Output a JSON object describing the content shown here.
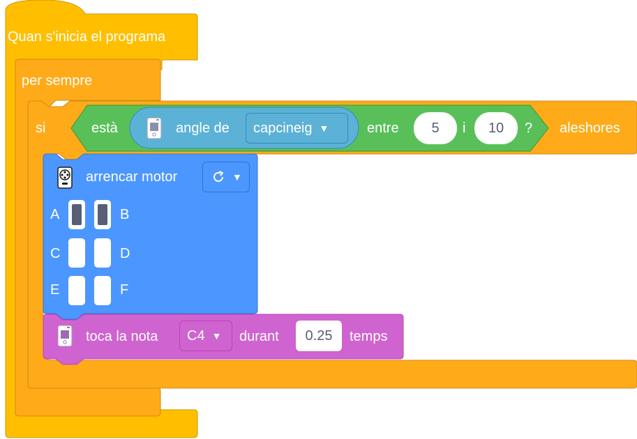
{
  "hat": {
    "label": "Quan s'inicia el programa"
  },
  "forever": {
    "label": "per sempre"
  },
  "if_block": {
    "if_label": "si",
    "then_label": "aleshores"
  },
  "condition": {
    "is_label": "està",
    "angle_label": "angle de",
    "axis_value": "capcineig",
    "between_label": "entre",
    "low_value": "5",
    "and_label": "i",
    "high_value": "10",
    "question_label": "?"
  },
  "motor_block": {
    "label": "arrencar motor",
    "direction_icon": "clockwise-arrow-icon",
    "ports": {
      "a": "A",
      "b": "B",
      "c": "C",
      "d": "D",
      "e": "E",
      "f": "F"
    },
    "selected_ports": [
      "A",
      "B"
    ]
  },
  "note_block": {
    "play_label": "toca la nota",
    "note_value": "C4",
    "for_label": "durant",
    "beats_value": "0.25",
    "beats_label": "temps"
  },
  "colors": {
    "events": "#ffbf00",
    "control": "#ffab19",
    "sensing": "#5cb1d6",
    "operators": "#59c059",
    "motors": "#4c97ff",
    "sound": "#cf63cf"
  }
}
